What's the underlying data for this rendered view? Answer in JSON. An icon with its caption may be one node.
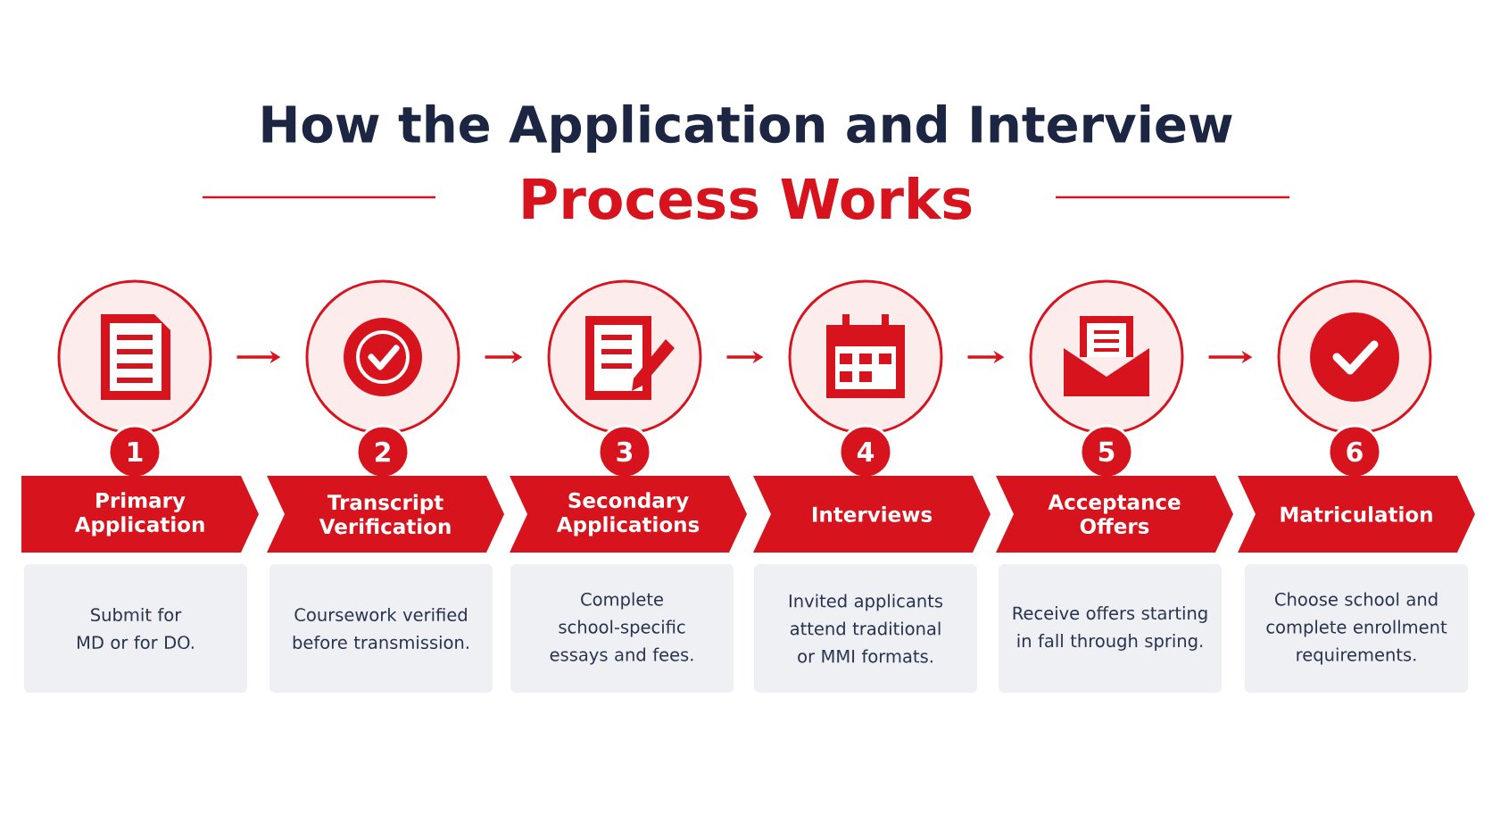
{
  "diagram": {
    "title": "How the Application and Interview",
    "labels": [
      "Process Works"
    ],
    "nodes": [
      {
        "text": [],
        "shape": "circle"
      },
      {
        "text": [
          "1"
        ]
      },
      {
        "text": [
          "Primary Application"
        ]
      },
      {
        "text": [
          "Submit for MD or for DO."
        ]
      },
      {
        "text": [],
        "shape": "circle"
      },
      {
        "text": [
          "2"
        ]
      },
      {
        "text": [
          "Transcript Verification"
        ]
      },
      {
        "text": [
          "Coursework verified before transmission."
        ]
      },
      {
        "text": [],
        "shape": "circle"
      },
      {
        "text": [
          "3"
        ]
      },
      {
        "text": [
          "Secondary Applications"
        ]
      },
      {
        "text": [
          "Complete school-specific essays and fees."
        ]
      },
      {
        "text": [],
        "shape": "circle"
      },
      {
        "text": [
          "4"
        ]
      },
      {
        "text": [
          "Interviews"
        ]
      },
      {
        "text": [
          "Invited applicants attend traditional or MMI formats."
        ]
      },
      {
        "text": [],
        "shape": "circle"
      },
      {
        "text": [
          "5"
        ]
      },
      {
        "text": [
          "Acceptance Offers"
        ]
      },
      {
        "text": [
          "Receive offers starting in fall through spring."
        ]
      },
      {
        "text": [],
        "shape": "circle"
      },
      {
        "text": [
          "6"
        ]
      },
      {
        "text": [
          "Matriculation"
        ]
      },
      {
        "text": [
          "Choose school and complete enrollment requirements."
        ]
      }
    ],
    "edges": [
      {
        "from": 0,
        "to": 4,
        "arrow": "to"
      },
      {
        "from": 4,
        "to": 8,
        "arrow": "to"
      },
      {
        "from": 8,
        "to": 12,
        "arrow": "to"
      },
      {
        "from": 12,
        "to": 16,
        "arrow": "to"
      },
      {
        "from": 16,
        "to": 20,
        "arrow": "to"
      }
    ]
  }
}
